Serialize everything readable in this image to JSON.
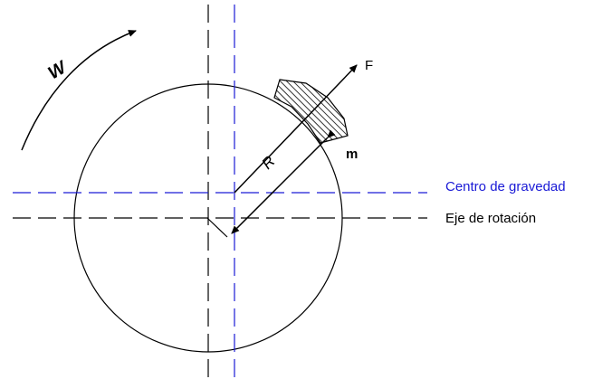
{
  "labels": {
    "omega": "W",
    "force": "F",
    "mass": "m",
    "radius": "R",
    "center_of_gravity": "Centro de gravedad",
    "axis_of_rotation": "Eje de rotación"
  },
  "colors": {
    "line": "#000000",
    "center_of_gravity": "#1a1ad6",
    "background": "#ffffff"
  }
}
